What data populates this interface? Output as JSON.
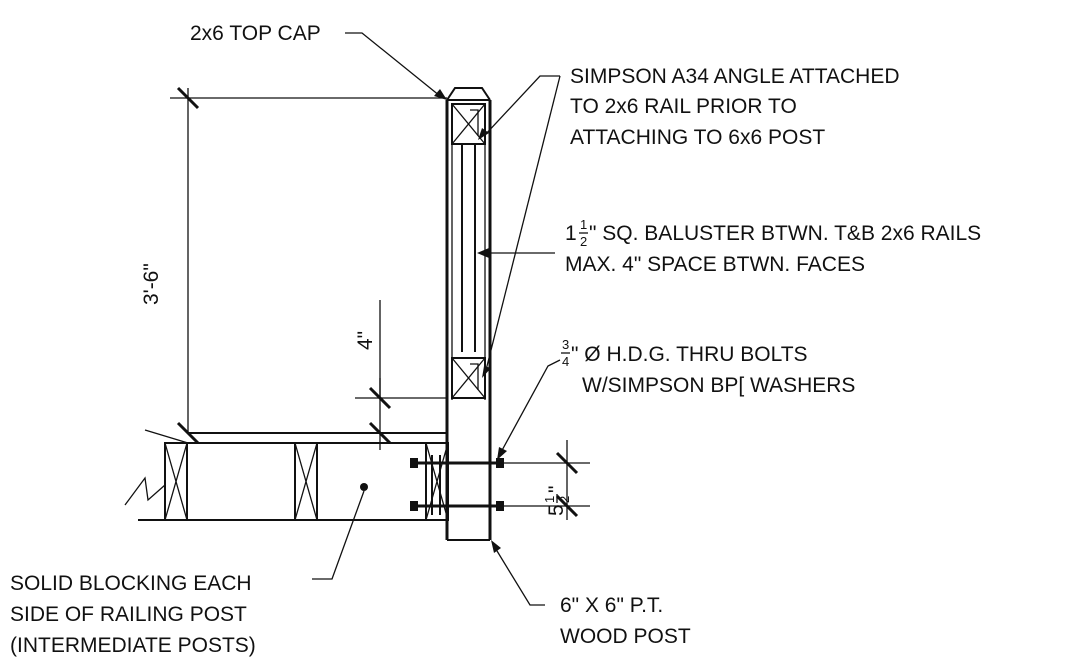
{
  "labels": {
    "top_cap": "2x6 TOP CAP",
    "angle_1": "SIMPSON A34 ANGLE ATTACHED",
    "angle_2": "TO 2x6 RAIL PRIOR TO",
    "angle_3": "ATTACHING TO 6x6 POST",
    "baluster_whole": "1",
    "baluster_num": "1",
    "baluster_den": "2",
    "baluster_1_rest": "\" SQ. BALUSTER BTWN. T&B 2x6 RAILS",
    "baluster_2": "MAX. 4\" SPACE BTWN. FACES",
    "bolts_num": "3",
    "bolts_den": "4",
    "bolts_1_rest": "\" Ø H.D.G. THRU BOLTS",
    "bolts_2": "W/SIMPSON BP[ WASHERS",
    "blocking_1": "SOLID BLOCKING EACH",
    "blocking_2": "SIDE OF RAILING POST",
    "blocking_3": "(INTERMEDIATE POSTS)",
    "post_1": "6\" X 6\" P.T.",
    "post_2": "WOOD POST"
  },
  "dimensions": {
    "rail_height": "3'-6\"",
    "gap": "4\"",
    "bolt_spacing_whole": "5",
    "bolt_spacing_num": "1",
    "bolt_spacing_den": "2"
  }
}
